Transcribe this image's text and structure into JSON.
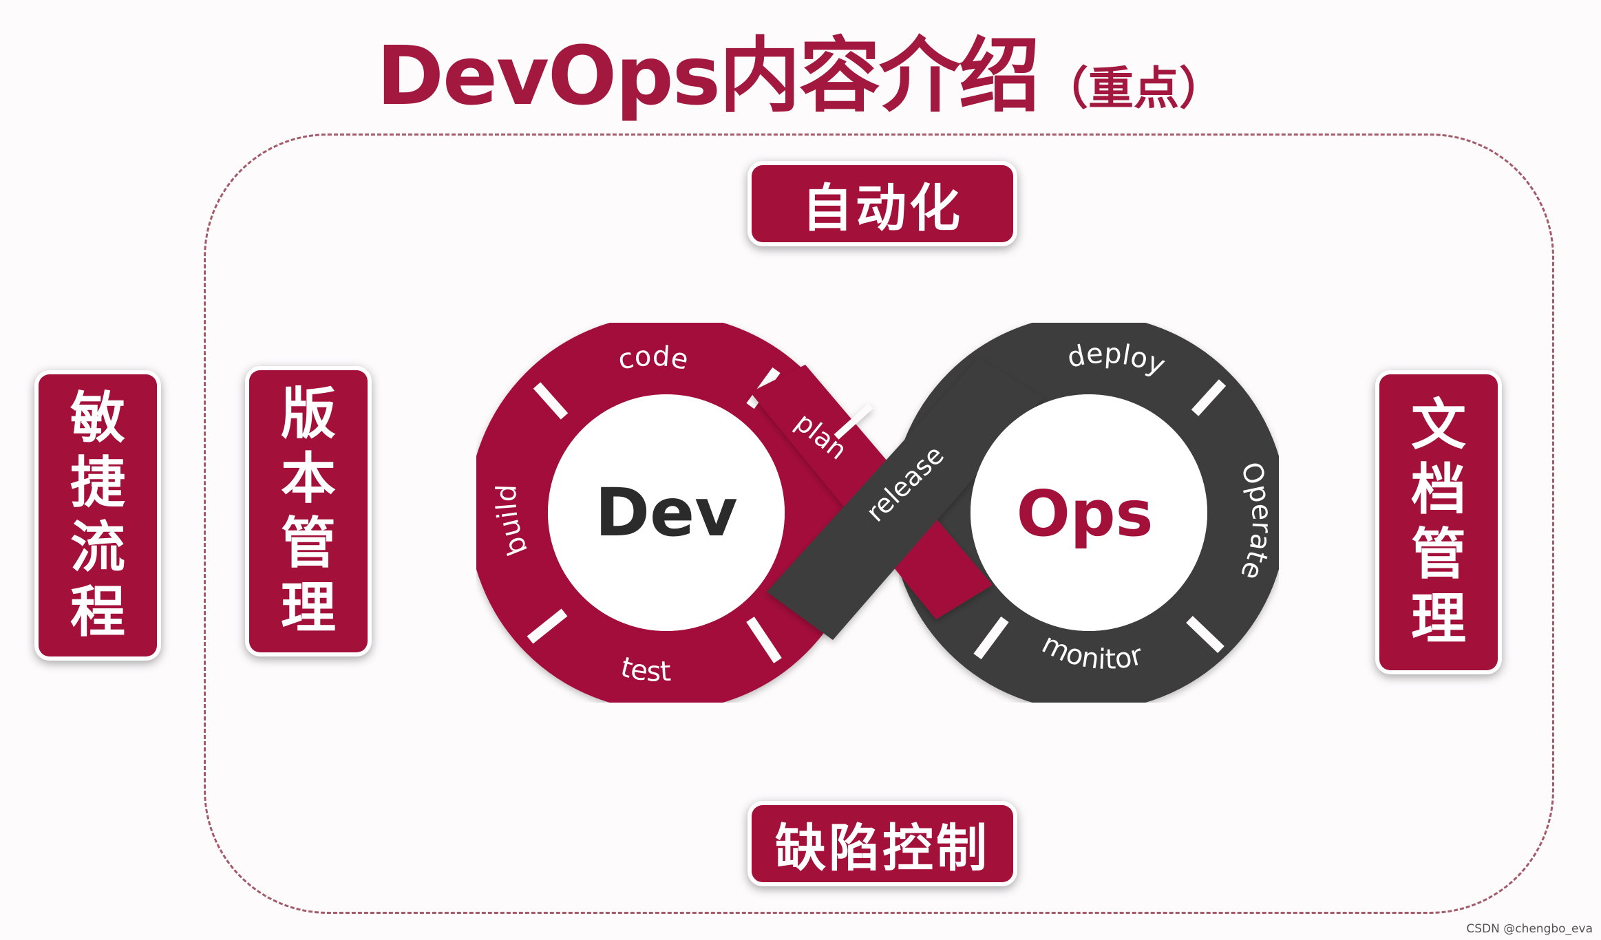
{
  "title": {
    "main": "DevOps内容介绍",
    "sub": "（重点）"
  },
  "tags": {
    "top": "自动化",
    "bottom": "缺陷控制",
    "left_outer": "敏捷流程",
    "left_inner": "版本管理",
    "right": "文档管理"
  },
  "diagram": {
    "dev_label": "Dev",
    "ops_label": "Ops",
    "dev_steps": [
      "plan",
      "code",
      "build",
      "test"
    ],
    "ops_steps": [
      "release",
      "deploy",
      "Operate",
      "monitor"
    ]
  },
  "watermark": "CSDN @chengbo_eva",
  "colors": {
    "brand": "#a3113b",
    "ops_dark": "#3d3d3d",
    "dev_text": "#2b2b2b",
    "background": "#fdfbfc"
  }
}
